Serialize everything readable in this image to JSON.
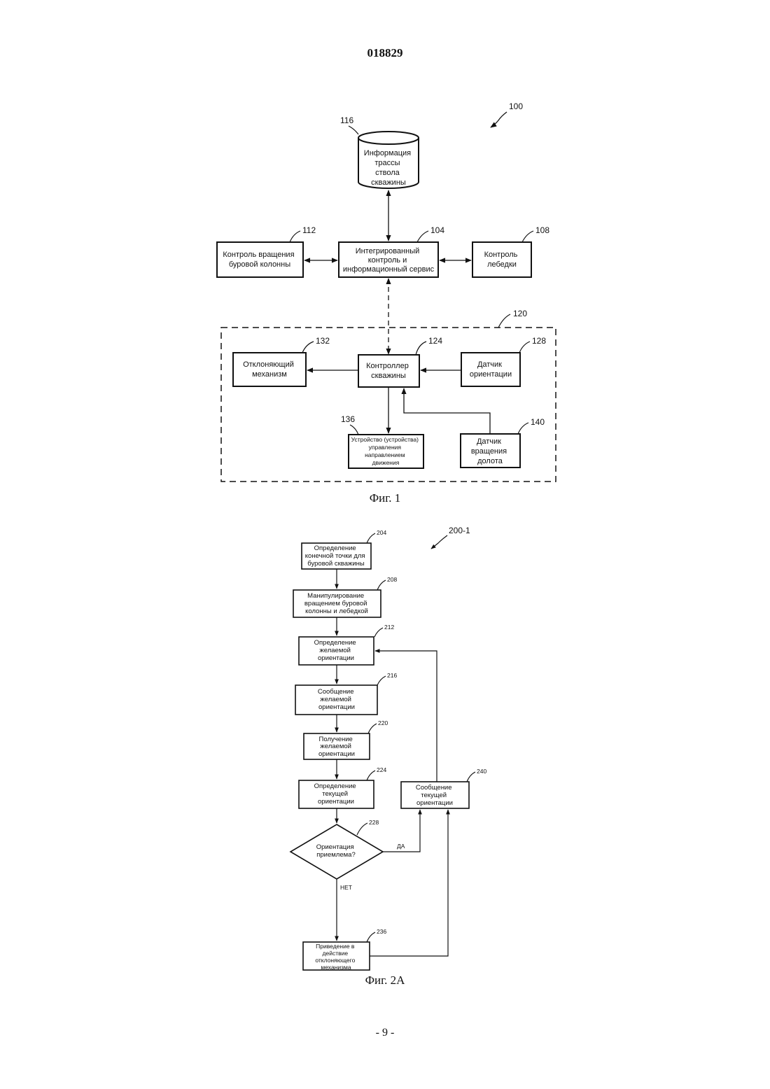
{
  "header": {
    "doc_number": "018829"
  },
  "fig1": {
    "caption": "Фиг. 1",
    "system_ref": "100",
    "database": {
      "ref": "116",
      "lines": [
        "Информация",
        "трассы",
        "ствола",
        "скважины"
      ]
    },
    "integrated": {
      "ref": "104",
      "lines": [
        "Интегрированный",
        "контроль и",
        "информационный сервис"
      ]
    },
    "rotation_control": {
      "ref": "112",
      "lines": [
        "Контроль вращения",
        "буровой колонны"
      ]
    },
    "winch_control": {
      "ref": "108",
      "lines": [
        "Контроль",
        "лебедки"
      ]
    },
    "downhole_ref": "120",
    "deflector": {
      "ref": "132",
      "lines": [
        "Отклоняющий",
        "механизм"
      ]
    },
    "controller": {
      "ref": "124",
      "lines": [
        "Контроллер",
        "скважины"
      ]
    },
    "orientation_sensor": {
      "ref": "128",
      "lines": [
        "Датчик",
        "ориентации"
      ]
    },
    "steering": {
      "ref": "136",
      "lines": [
        "Устройство (устройства)",
        "управления",
        "направлением",
        "движения"
      ]
    },
    "bit_sensor": {
      "ref": "140",
      "lines": [
        "Датчик",
        "вращения",
        "долота"
      ]
    }
  },
  "fig2a": {
    "caption": "Фиг. 2А",
    "system_ref": "200-1",
    "steps": {
      "s204": {
        "ref": "204",
        "lines": [
          "Определение",
          "конечной точки для",
          "буровой скважины"
        ]
      },
      "s208": {
        "ref": "208",
        "lines": [
          "Манипулирование",
          "вращением буровой",
          "колонны и лебедкой"
        ]
      },
      "s212": {
        "ref": "212",
        "lines": [
          "Определение",
          "желаемой",
          "ориентации"
        ]
      },
      "s216": {
        "ref": "216",
        "lines": [
          "Сообщение",
          "желаемой",
          "ориентации"
        ]
      },
      "s220": {
        "ref": "220",
        "lines": [
          "Получение",
          "желаемой",
          "ориентации"
        ]
      },
      "s224": {
        "ref": "224",
        "lines": [
          "Определение",
          "текущей",
          "ориентации"
        ]
      },
      "s228": {
        "ref": "228",
        "lines": [
          "Ориентация",
          "приемлема?"
        ]
      },
      "s236": {
        "ref": "236",
        "lines": [
          "Приведение в",
          "действие",
          "отклоняющего",
          "механизма"
        ]
      },
      "s240": {
        "ref": "240",
        "lines": [
          "Сообщение",
          "текущей",
          "ориентации"
        ]
      }
    },
    "yes_label": "ДА",
    "no_label": "НЕТ"
  },
  "footer": {
    "page_number": "- 9 -"
  }
}
